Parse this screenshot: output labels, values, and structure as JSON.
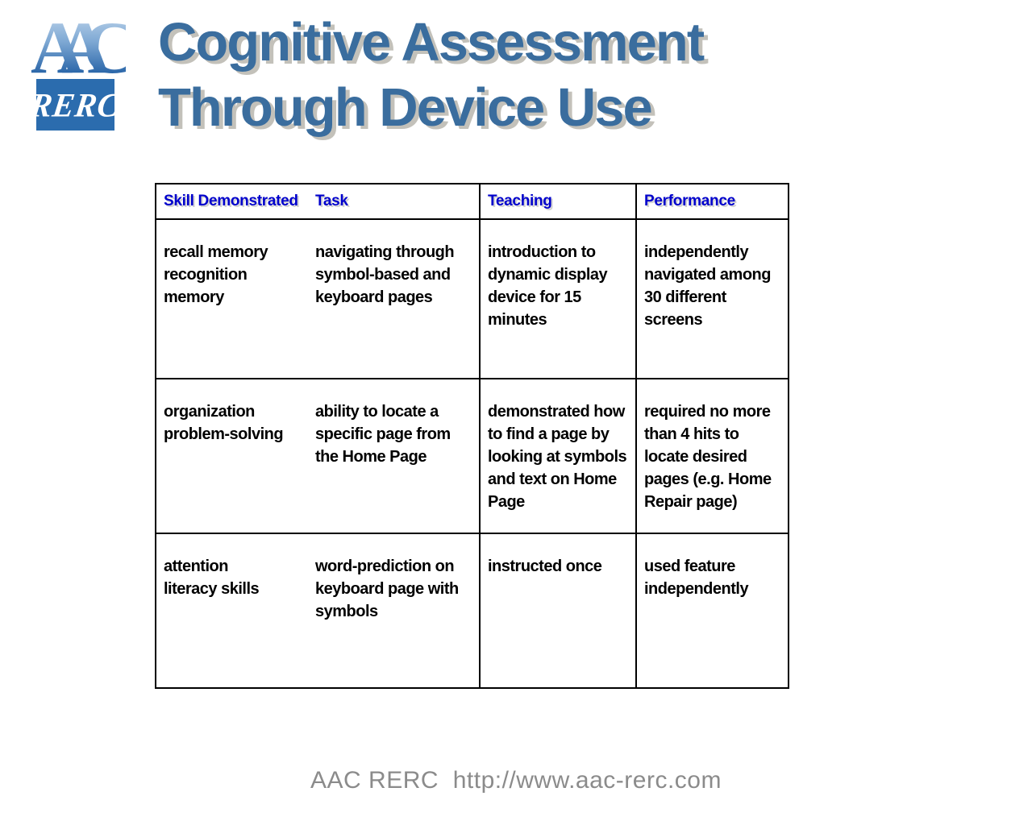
{
  "logo": {
    "aac": "AAC",
    "rerc": "RERC"
  },
  "title": {
    "line1": "Cognitive Assessment",
    "line2": "Through Device Use"
  },
  "table": {
    "headers": [
      "Skill Demonstrated",
      "Task",
      "Teaching",
      "Performance"
    ],
    "rows": [
      {
        "skill": [
          "recall memory",
          "recognition",
          "memory"
        ],
        "task": [
          "navigating through",
          "symbol-based and",
          "keyboard pages"
        ],
        "teaching": [
          "introduction to",
          "dynamic display",
          "device for 15",
          "minutes"
        ],
        "performance": [
          "independently",
          "navigated among",
          "30 different",
          "screens"
        ]
      },
      {
        "skill": [
          "organization",
          "problem-solving"
        ],
        "task": [
          "ability to locate a",
          "specific page from",
          "the Home Page"
        ],
        "teaching": [
          "demonstrated how",
          "to find a page by",
          "looking at symbols",
          "and text on Home",
          "Page"
        ],
        "performance": [
          "required no more",
          "than 4 hits to",
          "locate desired",
          "pages (e.g. Home",
          "Repair page)"
        ]
      },
      {
        "skill": [
          "attention",
          "literacy skills"
        ],
        "task": [
          "word-prediction on",
          "keyboard page with",
          "symbols"
        ],
        "teaching": [
          "instructed once"
        ],
        "performance": [
          "used feature",
          "independently"
        ]
      }
    ]
  },
  "footer": {
    "text": "AAC RERC  http://www.aac-rerc.com"
  },
  "colors": {
    "title_blue": "#3a6d9e",
    "title_shadow": "#c3c1ba",
    "header_blue": "#0000cc",
    "logo_box_blue": "#2b6cae",
    "table_border": "#000000",
    "footer_gray": "#8b8b8b"
  }
}
